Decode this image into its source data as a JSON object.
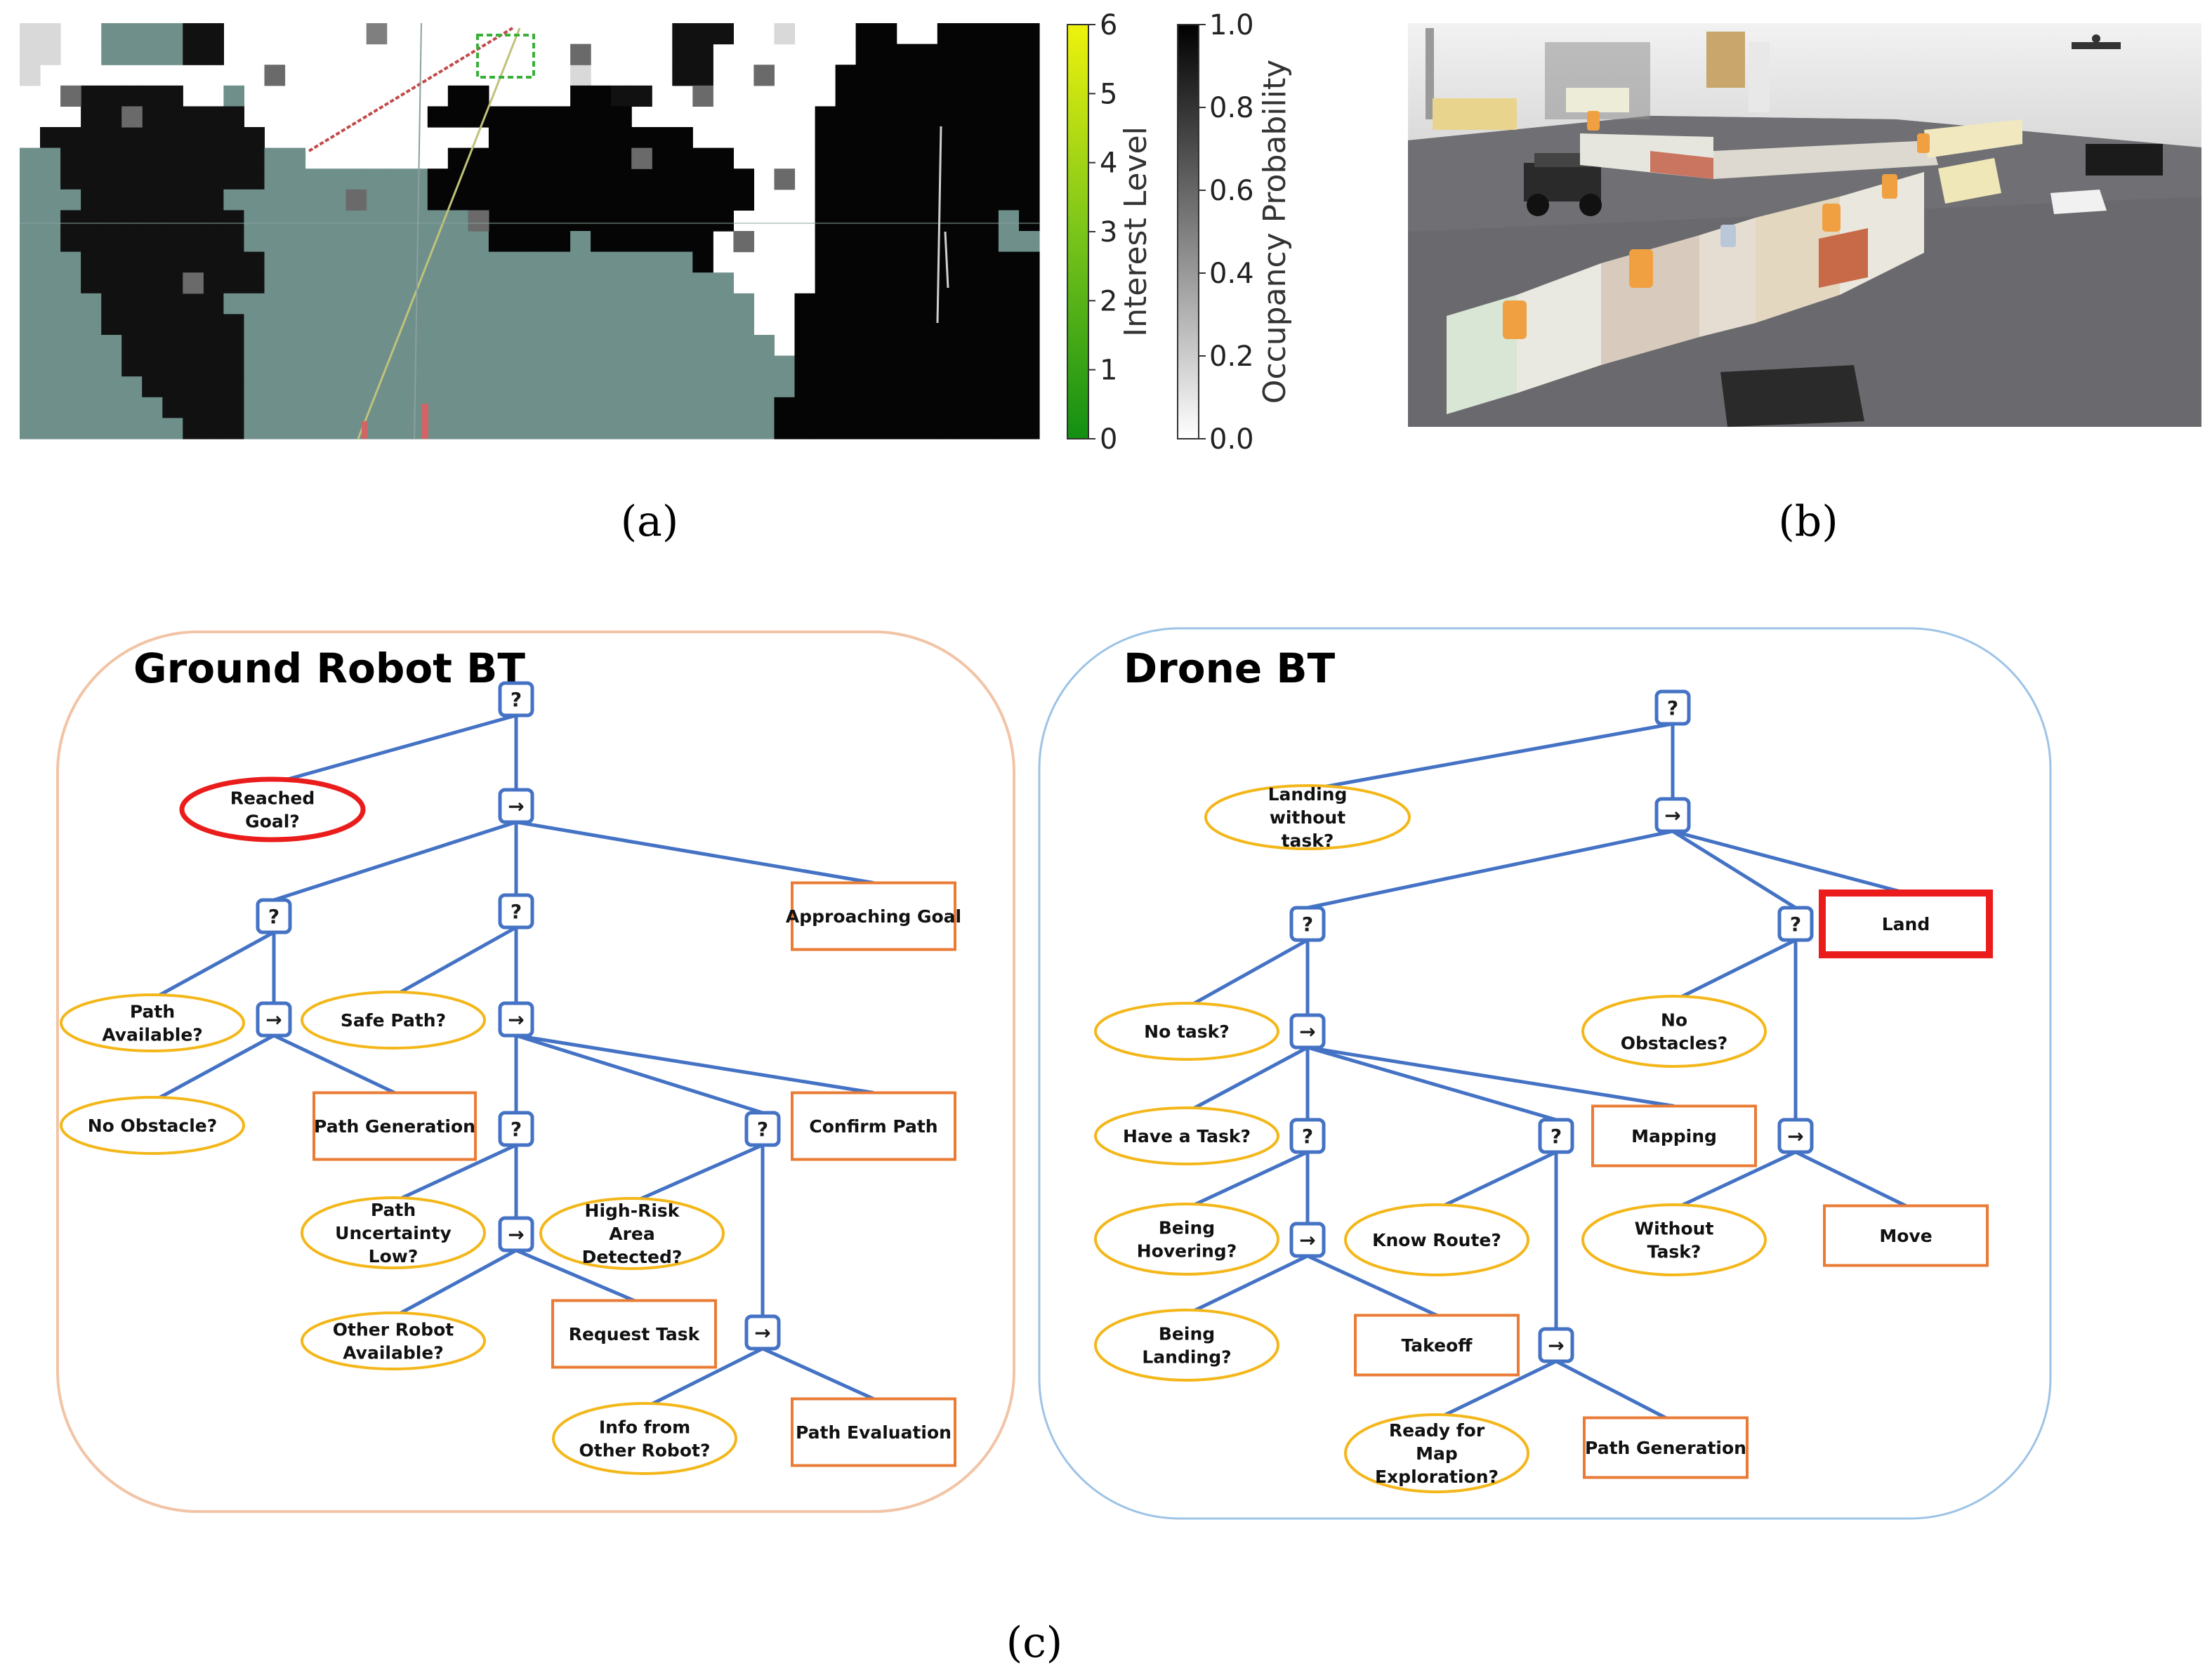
{
  "panel_a": {
    "caption": "(a)",
    "interest_colorbar": {
      "label": "Interest Level",
      "ticks": [
        "0",
        "1",
        "2",
        "3",
        "4",
        "5",
        "6"
      ],
      "colors": [
        "#138f13",
        "#eef20c"
      ]
    },
    "occupancy_colorbar": {
      "label": "Occupancy Probability",
      "ticks": [
        "0.0",
        "0.2",
        "0.4",
        "0.6",
        "0.8",
        "1.0"
      ],
      "colors": [
        "#ffffff",
        "#000000"
      ]
    }
  },
  "panel_b": {
    "caption": "(b)"
  },
  "panel_c": {
    "caption": "(c)",
    "ground_title": "Ground Robot BT",
    "drone_title": "Drone BT",
    "colors": {
      "edge": "#4472c4",
      "condition": "#f4b71a",
      "action": "#ea7b35",
      "highlight": "#ea1c1c",
      "ground_frame": "#f2c4a6",
      "drone_frame": "#9dc3e6"
    }
  },
  "ground": {
    "fallback": "?",
    "sequence": "→",
    "reached_goal": "Reached Goal?",
    "approaching_goal": "Approaching Goal",
    "path_available": "Path Available?",
    "safe_path": "Safe Path?",
    "no_obstacle": "No Obstacle?",
    "path_generation": "Path Generation",
    "confirm_path": "Confirm Path",
    "path_uncertainty_low": "Path Uncertainty Low?",
    "high_risk": "High-Risk Area Detected?",
    "other_robot_available": "Other Robot Available?",
    "request_task": "Request Task",
    "info_from_other_robot": "Info from Other Robot?",
    "path_evaluation": "Path Evaluation"
  },
  "drone": {
    "fallback": "?",
    "sequence": "→",
    "landing_without_task": "Landing without task?",
    "land": "Land",
    "no_obstacles": "No Obstacles?",
    "no_task": "No task?",
    "have_a_task": "Have a Task?",
    "mapping": "Mapping",
    "without_task": "Without Task?",
    "move": "Move",
    "being_hovering": "Being Hovering?",
    "know_route": "Know Route?",
    "being_landing": "Being Landing?",
    "takeoff": "Takeoff",
    "ready_for_map_exploration": "Ready for Map Exploration?",
    "path_generation": "Path Generation"
  }
}
